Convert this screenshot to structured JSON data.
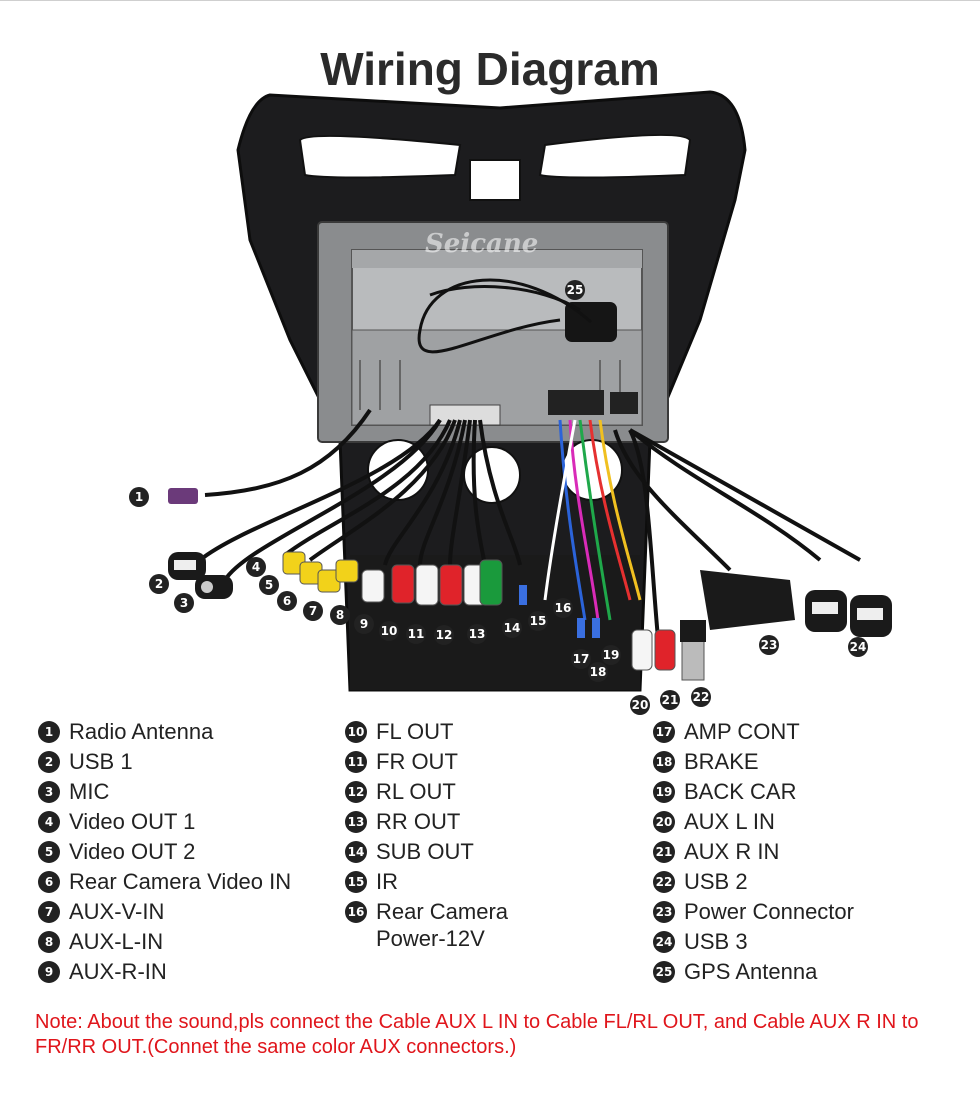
{
  "title": "Wiring Diagram",
  "watermark": "Seicane",
  "colors": {
    "note": "#e0151b",
    "marker": "#222222"
  },
  "figure_markers": [
    "1",
    "2",
    "3",
    "4",
    "5",
    "6",
    "7",
    "8",
    "9",
    "10",
    "11",
    "12",
    "13",
    "14",
    "15",
    "16",
    "17",
    "18",
    "19",
    "20",
    "21",
    "22",
    "23",
    "24",
    "25"
  ],
  "legend": {
    "col1": [
      {
        "num": "1",
        "label": "Radio Antenna"
      },
      {
        "num": "2",
        "label": "USB 1"
      },
      {
        "num": "3",
        "label": "MIC"
      },
      {
        "num": "4",
        "label": "Video OUT 1"
      },
      {
        "num": "5",
        "label": "Video OUT 2"
      },
      {
        "num": "6",
        "label": "Rear Camera Video IN"
      },
      {
        "num": "7",
        "label": "AUX-V-IN"
      },
      {
        "num": "8",
        "label": "AUX-L-IN"
      },
      {
        "num": "9",
        "label": "AUX-R-IN"
      }
    ],
    "col2": [
      {
        "num": "10",
        "label": "FL OUT"
      },
      {
        "num": "11",
        "label": "FR OUT"
      },
      {
        "num": "12",
        "label": "RL OUT"
      },
      {
        "num": "13",
        "label": "RR OUT"
      },
      {
        "num": "14",
        "label": "SUB OUT"
      },
      {
        "num": "15",
        "label": "IR"
      },
      {
        "num": "16",
        "label": "Rear Camera Power-12V"
      }
    ],
    "col3": [
      {
        "num": "17",
        "label": "AMP CONT"
      },
      {
        "num": "18",
        "label": "BRAKE"
      },
      {
        "num": "19",
        "label": "BACK CAR"
      },
      {
        "num": "20",
        "label": "AUX L IN"
      },
      {
        "num": "21",
        "label": "AUX R IN"
      },
      {
        "num": "22",
        "label": "USB 2"
      },
      {
        "num": "23",
        "label": "Power Connector"
      },
      {
        "num": "24",
        "label": "USB 3"
      },
      {
        "num": "25",
        "label": "GPS Antenna"
      }
    ]
  },
  "note": "Note: About the sound,pls connect the Cable AUX L IN to Cable FL/RL OUT, and Cable AUX R IN to  FR/RR OUT.(Connet the same color AUX connectors.)"
}
